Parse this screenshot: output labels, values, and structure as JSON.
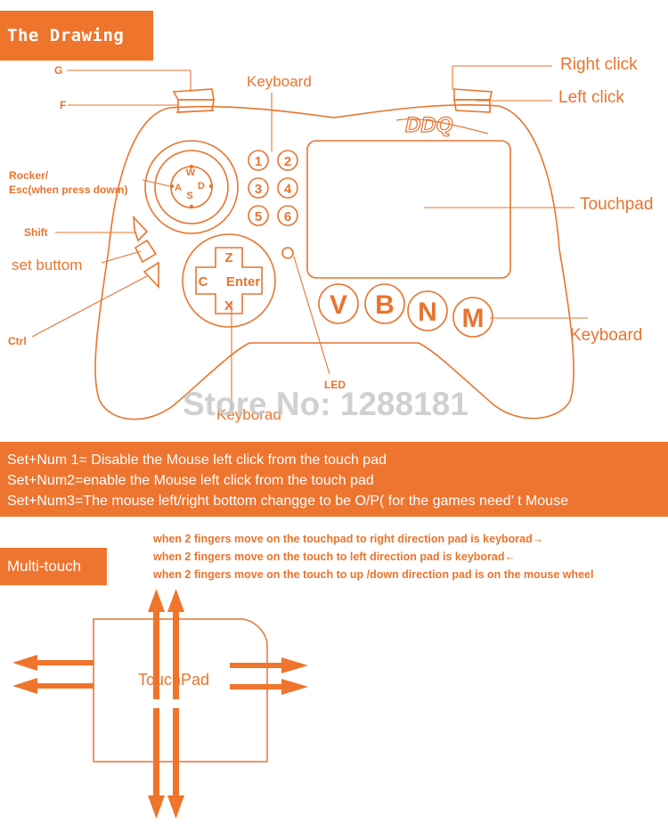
{
  "header": {
    "title": "The Drawing"
  },
  "labels": {
    "g": "G",
    "f": "F",
    "keyboard_top": "Keyboard",
    "right_click": "Right click",
    "left_click": "Left click",
    "rocker_1": "Rocker/",
    "rocker_2": "Esc(when press dowm)",
    "touchpad": "Touchpad",
    "shift": "Shift",
    "set_button": "set buttom",
    "ctrl": "Ctrl",
    "keyboard_right": "Keyboard",
    "led": "LED",
    "keyboard_bottom": "Keyborad"
  },
  "controller": {
    "brand": "DDQ",
    "stick": {
      "w": "W",
      "a": "A",
      "s": "S",
      "d": "D"
    },
    "dpad": {
      "up": "Z",
      "left": "C",
      "center": "Enter",
      "down": "X"
    },
    "number_keys": [
      "1",
      "2",
      "3",
      "4",
      "5",
      "6"
    ],
    "letter_keys": [
      "V",
      "B",
      "N",
      "M"
    ]
  },
  "watermark": "Store No: 1288181",
  "instructions": [
    "Set+Num 1= Disable the  Mouse  left click from the touch pad",
    "Set+Num2=enable the Mouse left click from the touch pad",
    "Set+Num3=The mouse left/right bottom changge to  be O/P( for the games need’  t  Mouse"
  ],
  "multitouch": {
    "title": "Multi-touch",
    "notes": [
      "when 2 fingers move on the touchpad to right direction pad is keyborad→",
      "when 2 fingers move on the touch to left direction pad is keyborad←",
      "when 2 fingers move on the touch to up /down direction pad is on the mouse wheel"
    ],
    "pad_label": "TouchPad"
  },
  "colors": {
    "accent": "#ef742c",
    "line": "#e8742e",
    "watermark": "#c8c8c8"
  }
}
